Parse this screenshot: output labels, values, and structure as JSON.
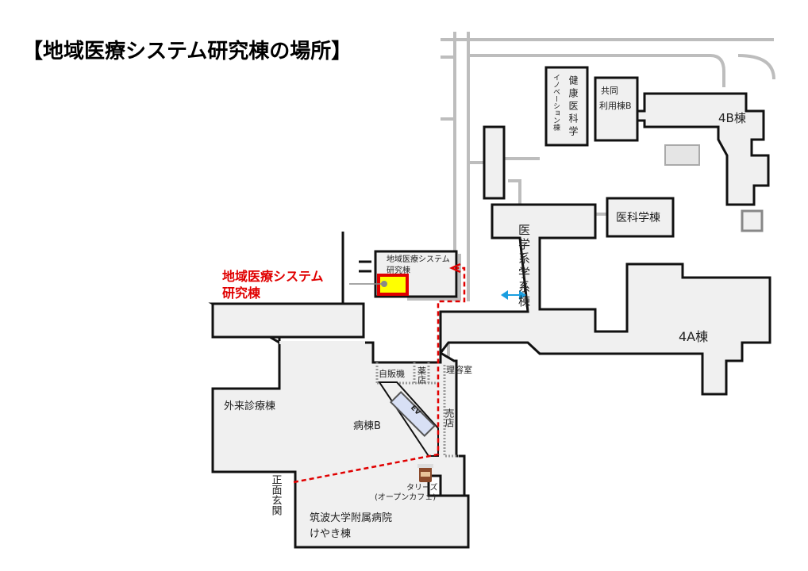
{
  "title": "【地域医療システム研究棟の場所】",
  "colors": {
    "route": "#e00000",
    "highlight": "#ffff00",
    "connector": "#1a9ee0"
  },
  "icons": [
    "coffee-cup-icon",
    "double-arrow-icon",
    "route-arrow-icon"
  ],
  "target_label": {
    "line1": "地域医療システム",
    "line2": "研究棟"
  },
  "buildings": {
    "research_line1": "地域医療システム",
    "research_line2": "研究棟",
    "innovation": "イノベーション棟",
    "health": "健康医科学",
    "shared_line1": "共同",
    "shared_line2": "利用棟B",
    "b4": "4B棟",
    "medsci": "医科学棟",
    "medical": "医学系学系棟",
    "a4": "4A棟",
    "vending": "自販機",
    "pharmacy": "薬店",
    "barber": "理容室",
    "shop": "売店",
    "outpatient": "外来診療棟",
    "ward_b": "病棟B",
    "ev": "EV",
    "cafe_line1": "タリーズ",
    "cafe_line2": "(オープンカフェ)",
    "hospital_line1": "筑波大学附属病院",
    "hospital_line2": "けやき棟",
    "entrance": "正面玄関"
  }
}
